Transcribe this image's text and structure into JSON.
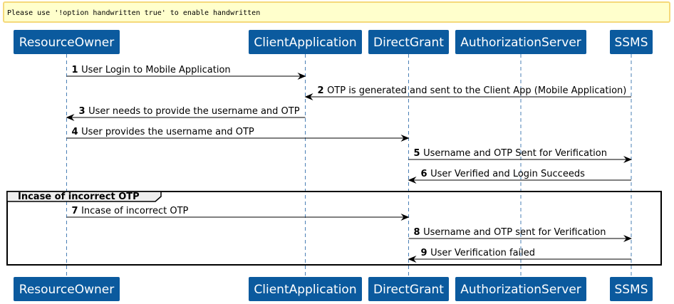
{
  "warning": "Please use '!option handwritten true' to enable handwritten",
  "colors": {
    "actor_fill": "#0b5a9e",
    "lifeline": "#4a7fb5",
    "warning_fill": "#ffffcc",
    "warning_border": "#f5d97a"
  },
  "participants": [
    {
      "id": "resource_owner",
      "label": "ResourceOwner"
    },
    {
      "id": "client_app",
      "label": "ClientApplication"
    },
    {
      "id": "direct_grant",
      "label": "DirectGrant"
    },
    {
      "id": "auth_server",
      "label": "AuthorizationServer"
    },
    {
      "id": "ssms",
      "label": "SSMS"
    }
  ],
  "messages": [
    {
      "num": "1",
      "text": "User Login to Mobile Application",
      "from": "resource_owner",
      "to": "client_app"
    },
    {
      "num": "2",
      "text": "OTP is generated and sent to the Client App (Mobile Application)",
      "from": "ssms",
      "to": "client_app"
    },
    {
      "num": "3",
      "text": "User needs to provide the username and OTP",
      "from": "client_app",
      "to": "resource_owner"
    },
    {
      "num": "4",
      "text": "User provides the username and OTP",
      "from": "resource_owner",
      "to": "direct_grant"
    },
    {
      "num": "5",
      "text": "Username and OTP Sent for Verification",
      "from": "direct_grant",
      "to": "ssms"
    },
    {
      "num": "6",
      "text": "User Verified and Login Succeeds",
      "from": "ssms",
      "to": "direct_grant"
    },
    {
      "num": "7",
      "text": "Incase of incorrect OTP",
      "from": "resource_owner",
      "to": "direct_grant"
    },
    {
      "num": "8",
      "text": "Username and OTP sent for Verification",
      "from": "direct_grant",
      "to": "ssms"
    },
    {
      "num": "9",
      "text": "User Verification failed",
      "from": "ssms",
      "to": "direct_grant"
    }
  ],
  "group": {
    "title": "Incase of incorrect OTP"
  }
}
